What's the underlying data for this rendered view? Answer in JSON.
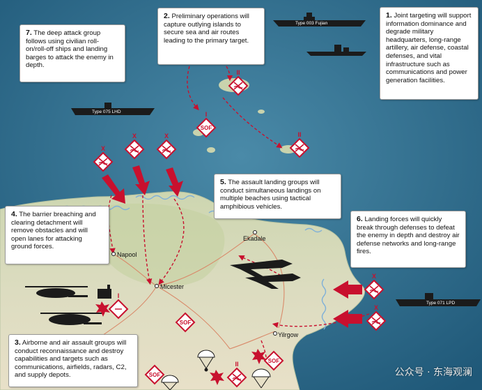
{
  "callouts": [
    {
      "num": "1.",
      "text": "Joint targeting will support information dominance and degrade military headquarters, long-range artillery, air defense, coastal defenses, and vital infrastructure such as communications and power generation facilities."
    },
    {
      "num": "2.",
      "text": "Preliminary operations will capture outlying islands to secure sea and air routes leading to the primary target."
    },
    {
      "num": "3.",
      "text": "Airborne and air assault groups will conduct reconnaissance and destroy capabilities and targets such as communications, airfields, radars, C2, and supply depots."
    },
    {
      "num": "4.",
      "text": "The barrier breaching and clearing detachment will remove obstacles and will open lanes for attacking ground forces."
    },
    {
      "num": "5.",
      "text": "The assault landing groups will conduct simultaneous landings on multiple beaches using tactical amphibious vehicles."
    },
    {
      "num": "6.",
      "text": "Landing forces will quickly break through defenses to defeat the enemy in depth and destroy air defense networks and long-range fires."
    },
    {
      "num": "7.",
      "text": "The deep attack group follows using civilian roll-on/roll-off ships and landing barges to attack the enemy in depth."
    }
  ],
  "ships": {
    "fujian": "Type 003 Fujian",
    "lhd": "Type 075 LHD",
    "lpd": "Type 071 LPD"
  },
  "towns": {
    "napool": "Napool",
    "micester": "Micester",
    "ekadale": "Ekadale",
    "yilrgow": "Yilrgow"
  },
  "symbols": {
    "sof": "SOF",
    "echelon_brigade": "X",
    "echelon_battalion": "II",
    "echelon_company": "I"
  },
  "watermark": "公众号 · 东海观澜",
  "colors": {
    "sea": "#2e6b8c",
    "land": "#d9dcc0",
    "hostile": "#c8102e",
    "arrow": "#c8102e"
  }
}
